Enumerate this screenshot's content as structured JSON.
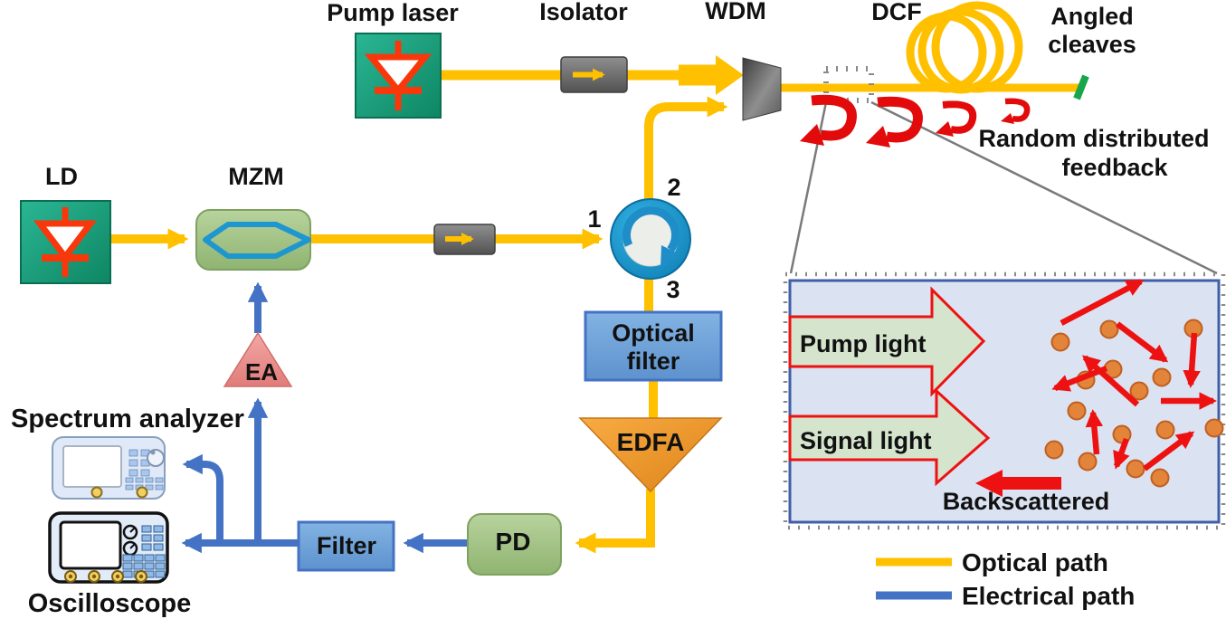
{
  "labels": {
    "pump_laser": "Pump laser",
    "isolator": "Isolator",
    "wdm": "WDM",
    "dcf": "DCF",
    "angled_cleaves_1": "Angled",
    "angled_cleaves_2": "cleaves",
    "random_feedback_1": "Random distributed",
    "random_feedback_2": "feedback",
    "ld": "LD",
    "mzm": "MZM",
    "port_1": "1",
    "port_2": "2",
    "port_3": "3",
    "optical_filter_1": "Optical",
    "optical_filter_2": "filter",
    "edfa": "EDFA",
    "pd": "PD",
    "filter": "Filter",
    "ea": "EA",
    "spectrum_analyzer": "Spectrum analyzer",
    "oscilloscope": "Oscilloscope"
  },
  "inset": {
    "pump_light": "Pump light",
    "signal_light": "Signal light",
    "backscattered": "Backscattered"
  },
  "legend": {
    "optical_label": "Optical path",
    "electrical_label": "Electrical path",
    "optical_color": "#FFC000",
    "electrical_color": "#4472C4"
  },
  "colors": {
    "optical_path": "#FFC000",
    "electrical_path": "#4472C4",
    "scatter_arrow_red": "#EE1111",
    "laser_box_green": "#16A37E",
    "diode_red": "#F8380B",
    "inset_background": "#DBE2F2",
    "inset_border": "#3F5FA7",
    "component_blue": "#73A7DC",
    "edfa_orange": "#F0962C",
    "pd_mzm_green": "#A9CA8F",
    "ea_pink": "#EE9290",
    "circulator_blue": "#1493CF",
    "wdm_gray": "#6E6E6E",
    "dashed_gray": "#8A8A8A",
    "cleave_green": "#17A64A",
    "dot_orange": "#E2843A"
  }
}
